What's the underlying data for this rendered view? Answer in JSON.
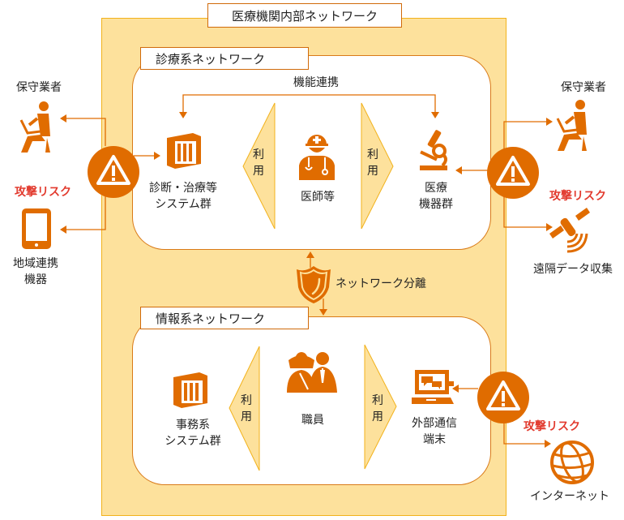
{
  "title": "医療機関内部ネットワーク",
  "colors": {
    "accent": "#e06c00",
    "risk": "#e23a2e",
    "zone_fill": "#fde19c",
    "zone_border": "#f2b21c",
    "arrow_fill": "#fde19c"
  },
  "clinical_network": {
    "label": "診療系ネットワーク",
    "link_label": "機能連携",
    "left_system": {
      "line1": "診断・治療等",
      "line2": "システム群",
      "icon": "server-cabinet-icon"
    },
    "center": {
      "label": "医師等",
      "icon": "doctor-icon"
    },
    "right_system": {
      "line1": "医療",
      "line2": "機器群",
      "icon": "microscope-icon"
    },
    "use_left": [
      "利",
      "用"
    ],
    "use_right": [
      "利",
      "用"
    ]
  },
  "separation": {
    "label": "ネットワーク分離",
    "icon": "shield-icon"
  },
  "info_network": {
    "label": "情報系ネットワーク",
    "left_system": {
      "line1": "事務系",
      "line2": "システム群",
      "icon": "server-cabinet-icon"
    },
    "center": {
      "label": "職員",
      "icon": "staff-icon"
    },
    "right_system": {
      "line1": "外部通信",
      "line2": "端末",
      "icon": "laptop-chat-icon"
    },
    "use_left": [
      "利",
      "用"
    ],
    "use_right": [
      "利",
      "用"
    ]
  },
  "external": {
    "left_maintainer": {
      "label": "保守業者",
      "icon": "person-laptop-icon"
    },
    "left_risk": "攻撃リスク",
    "regional_device": {
      "line1": "地域連携",
      "line2": "機器",
      "icon": "tablet-icon"
    },
    "right_maintainer": {
      "label": "保守業者",
      "icon": "person-laptop-icon"
    },
    "right_risk": "攻撃リスク",
    "remote_collection": {
      "label": "遠隔データ収集",
      "icon": "satellite-icon"
    },
    "internet_risk": "攻撃リスク",
    "internet": {
      "label": "インターネット",
      "icon": "globe-icon"
    }
  }
}
